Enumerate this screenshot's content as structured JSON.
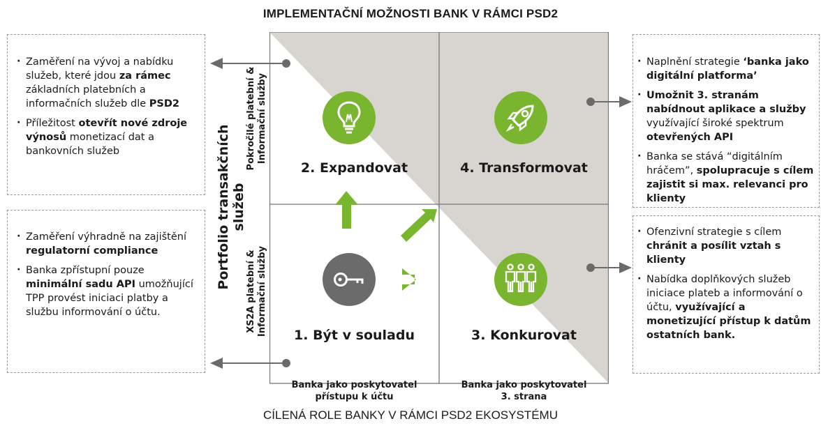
{
  "title": "IMPLEMENTAČNÍ MOŽNOSTI BANK V RÁMCI PSD2",
  "x_axis_title": "CÍLENÁ ROLE BANKY V RÁMCI PSD2 EKOSYSTÉMU",
  "y_axis_title": "Portfolio transakčních služeb",
  "y_labels": {
    "top": [
      "Pokročilé platební &",
      "Informační služby"
    ],
    "bottom": [
      "XS2A platební &",
      "Informační služby"
    ]
  },
  "x_labels": {
    "left": [
      "Banka jako poskytovatel",
      "přístupu k účtu"
    ],
    "right": [
      "Banka jako poskytovatel",
      "3. strana"
    ]
  },
  "quadrants": {
    "q1": {
      "label": "1. Být v souladu",
      "icon": "key-icon"
    },
    "q2": {
      "label": "2. Expandovat",
      "icon": "lightbulb-icon"
    },
    "q3": {
      "label": "3. Konkurovat",
      "icon": "people-icon"
    },
    "q4": {
      "label": "4. Transformovat",
      "icon": "rocket-icon"
    }
  },
  "colors": {
    "green": "#7ab52f",
    "gray_triangle": "#d8d4d0",
    "grid": "#777777",
    "dark_circle": "#6b6b6b"
  },
  "boxes": {
    "top_left": [
      [
        {
          "t": "Zaměření na vývoj a nabídku služeb, které jdou "
        },
        {
          "t": "za rámec",
          "b": true
        },
        {
          "t": " základních platebních a informačních služeb dle "
        },
        {
          "t": "PSD2",
          "b": true
        }
      ],
      [
        {
          "t": "Příležitost "
        },
        {
          "t": "otevřít nové zdroje výnosů",
          "b": true
        },
        {
          "t": " monetizací dat a bankovních služeb"
        }
      ]
    ],
    "bottom_left": [
      [
        {
          "t": "Zaměření výhradně na zajištění "
        },
        {
          "t": "regulatorní compliance",
          "b": true
        }
      ],
      [
        {
          "t": "Banka zpřístupní pouze "
        },
        {
          "t": "minimální sadu API",
          "b": true
        },
        {
          "t": " umožňující TPP provést iniciaci platby a službu informování o účtu."
        }
      ]
    ],
    "top_right": [
      [
        {
          "t": "Naplnění strategie "
        },
        {
          "t": "‘banka jako digitální platforma’",
          "b": true
        }
      ],
      [
        {
          "t": "Umožnit 3. stranám nabídnout aplikace a služby",
          "b": true
        },
        {
          "t": " využívající široké spektrum "
        },
        {
          "t": "otevřených API",
          "b": true
        }
      ],
      [
        {
          "t": "Banka se stává “digitálním hráčem”, "
        },
        {
          "t": "spolupracuje s cílem zajistit si max. relevanci pro klienty",
          "b": true
        }
      ]
    ],
    "bottom_right": [
      [
        {
          "t": "Ofenzivní strategie s cílem "
        },
        {
          "t": "chránit a posílit vztah s klienty",
          "b": true
        }
      ],
      [
        {
          "t": "Nabídka doplňkových služeb iniciace plateb a informování o účtu, "
        },
        {
          "t": "využívající a monetizující přístup k datům ostatních bank.",
          "b": true
        }
      ]
    ]
  }
}
